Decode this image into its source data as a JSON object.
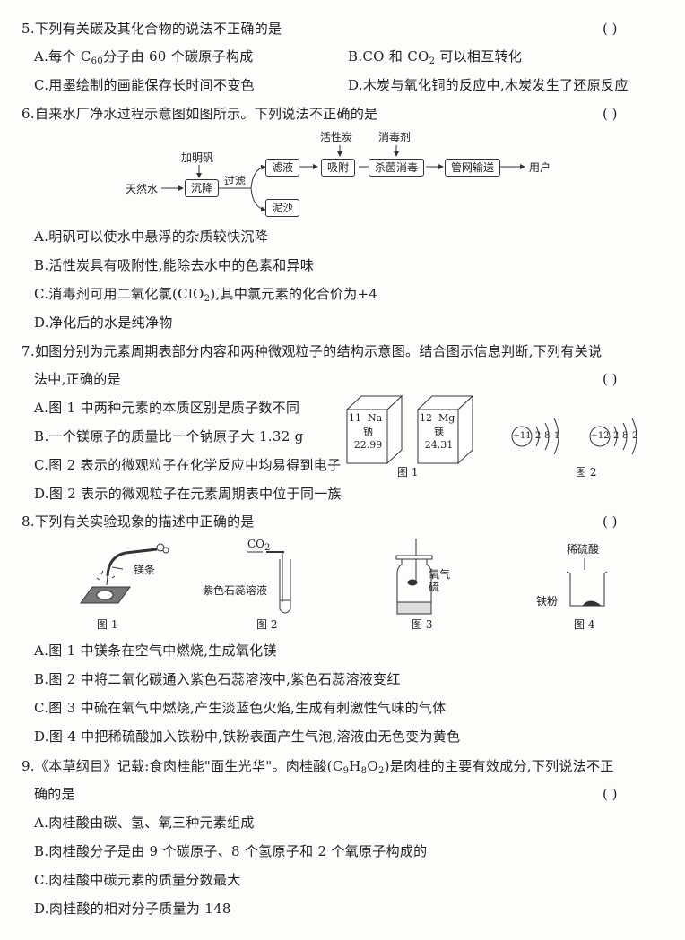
{
  "q5": {
    "stem": "5.下列有关碳及其化合物的说法不正确的是",
    "paren": "(      )",
    "A_pre": "A.每个 C",
    "A_sub": "60",
    "A_post": "分子由 60 个碳原子构成",
    "B_pre": "B.CO 和 CO",
    "B_sub": "2",
    "B_post": " 可以相互转化",
    "C": "C.用墨绘制的画能保存长时间不变色",
    "D": "D.木炭与氧化铜的反应中,木炭发生了还原反应"
  },
  "q6": {
    "stem": "6.自来水厂净水过程示意图如图所示。下列说法不正确的是",
    "paren": "(      )",
    "diagram": {
      "source": "天然水",
      "add_alum": "加明矾",
      "settle": "沉降",
      "filter": "过滤",
      "filtrate": "滤液",
      "sediment": "泥沙",
      "carbon": "活性炭",
      "adsorb": "吸附",
      "disinfectant": "消毒剂",
      "disinfect": "杀菌消毒",
      "pipeline": "管网输送",
      "user": "用户"
    },
    "A": "A.明矾可以使水中悬浮的杂质较快沉降",
    "B": "B.活性炭具有吸附性,能除去水中的色素和异味",
    "C_pre": "C.消毒剂可用二氧化氯(ClO",
    "C_sub": "2",
    "C_post": "),其中氯元素的化合价为+4",
    "D": "D.净化后的水是纯净物"
  },
  "q7": {
    "stem1": "7.如图分别为元素周期表部分内容和两种微观粒子的结构示意图。结合图示信息判断,下列有关说",
    "stem2": "法中,正确的是",
    "paren": "(      )",
    "A": "A.图 1 中两种元素的本质区别是质子数不同",
    "B": "B.一个镁原子的质量比一个钠原子大 1.32 g",
    "C": "C.图 2 表示的微观粒子在化学反应中均易得到电子",
    "D": "D.图 2 表示的微观粒子在元素周期表中位于同一族",
    "fig1": {
      "caption": "图 1",
      "na": {
        "number": "11",
        "symbol": "Na",
        "name": "钠",
        "mass": "22.99"
      },
      "mg": {
        "number": "12",
        "symbol": "Mg",
        "name": "镁",
        "mass": "24.31"
      }
    },
    "fig2": {
      "caption": "图 2",
      "na_ion": {
        "nucleus": "+11",
        "shells": [
          "2",
          "8",
          "1"
        ]
      },
      "mg_ion": {
        "nucleus": "+12",
        "shells": [
          "2",
          "8",
          "2"
        ]
      }
    }
  },
  "q8": {
    "stem": "8.下列有关实验现象的描述中正确的是",
    "paren": "(      )",
    "fig1": {
      "caption": "图 1",
      "label": "镁条"
    },
    "fig2": {
      "caption": "图 2",
      "gas_pre": "CO",
      "gas_sub": "2",
      "label": "紫色石蕊溶液"
    },
    "fig3": {
      "caption": "图 3",
      "label1": "氧气",
      "label2": "硫"
    },
    "fig4": {
      "caption": "图 4",
      "label1": "稀硫酸",
      "label2": "铁粉"
    },
    "A": "A.图 1 中镁条在空气中燃烧,生成氧化镁",
    "B": "B.图 2 中将二氧化碳通入紫色石蕊溶液中,紫色石蕊溶液变红",
    "C": "C.图 3 中硫在氧气中燃烧,产生淡蓝色火焰,生成有刺激性气味的气体",
    "D": "D.图 4 中把稀硫酸加入铁粉中,铁粉表面产生气泡,溶液由无色变为黄色"
  },
  "q9": {
    "stem1_pre": "9.《本草纲目》记载:食肉桂能\"面生光华\"。肉桂酸(C",
    "sub_c": "9",
    "h": "H",
    "sub_h": "8",
    "o": "O",
    "sub_o": "2",
    "stem1_post": ")是肉桂的主要有效成分,下列说法不正",
    "stem2": "确的是",
    "paren": "(      )",
    "A": "A.肉桂酸由碳、氢、氧三种元素组成",
    "B": "B.肉桂酸分子是由 9 个碳原子、8 个氢原子和 2 个氧原子构成的",
    "C": "C.肉桂酸中碳元素的质量分数最大",
    "D": "D.肉桂酸的相对分子质量为 148"
  }
}
